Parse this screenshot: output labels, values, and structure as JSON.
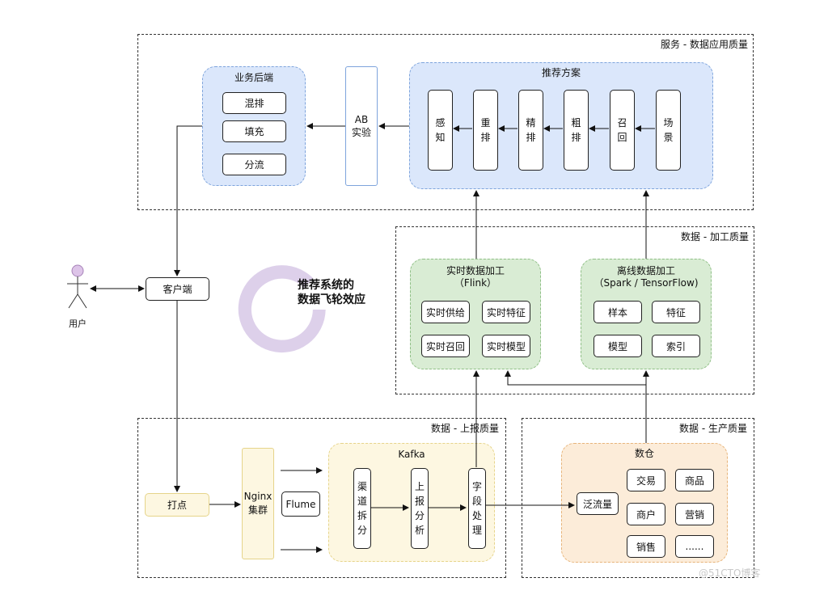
{
  "regions": {
    "service": "服务 - 数据应用质量",
    "processing": "数据 - 加工质量",
    "reporting": "数据 - 上报质量",
    "production": "数据 - 生产质量"
  },
  "business_backend": {
    "title": "业务后端",
    "items": [
      "混排",
      "填充",
      "分流"
    ]
  },
  "ab_test": "AB\n实验",
  "recommendation": {
    "title": "推荐方案",
    "stages": [
      "感知",
      "重排",
      "精排",
      "粗排",
      "召回",
      "场景"
    ]
  },
  "user_label": "用户",
  "client_label": "客户端",
  "flywheel_text": "推荐系统的\n数据飞轮效应",
  "realtime": {
    "title": "实时数据加工\n（Flink）",
    "items": [
      "实时供给",
      "实时特征",
      "实时召回",
      "实时模型"
    ]
  },
  "offline": {
    "title": "离线数据加工\n（Spark / TensorFlow)",
    "items": [
      "样本",
      "特征",
      "模型",
      "索引"
    ]
  },
  "tracking": "打点",
  "nginx": "Nginx\n集群",
  "flume": "Flume",
  "kafka": {
    "title": "Kafka",
    "steps": [
      "渠道拆分",
      "上报分析",
      "字段处理"
    ]
  },
  "warehouse": {
    "title": "数仓",
    "source": "泛流量",
    "items": [
      "交易",
      "商品",
      "商户",
      "营销",
      "销售",
      "......"
    ]
  },
  "watermark": "@51CTO博客",
  "colors": {
    "blue_fill": "#dbe7fb",
    "green_fill": "#d9ecd4",
    "yellow_fill": "#fdf7e1",
    "orange_fill": "#fcecd9",
    "flywheel": "#ddd0ea",
    "actor": "#c9a8d8"
  }
}
